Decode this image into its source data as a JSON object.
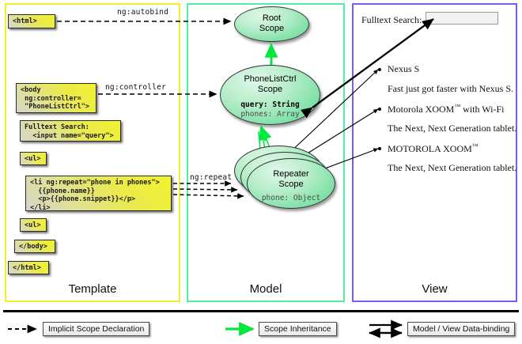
{
  "panels": [
    {
      "key": "template",
      "label": "Template",
      "border_color": "#f2ef2a"
    },
    {
      "key": "model",
      "label": "Model",
      "border_color": "#4ff0a6"
    },
    {
      "key": "view",
      "label": "View",
      "border_color": "#7a5cf0"
    }
  ],
  "template": {
    "boxes": [
      {
        "name": "html-open-box",
        "text": "<html>"
      },
      {
        "name": "body-controller-box",
        "text": "<body\n ng:controller=\n \"PhoneListCtrl\">"
      },
      {
        "name": "fulltext-search-box",
        "text": "Fulltext Search:\n  <input name=\"query\">"
      },
      {
        "name": "ul-open-box",
        "text": "<ul>"
      },
      {
        "name": "li-repeat-box",
        "text": "<li ng:repeat=\"phone in phones\">\n  {{phone.name}}\n  <p>{{phone.snippet}}</p>\n</li>"
      },
      {
        "name": "ul-close-box",
        "text": "<ul>"
      },
      {
        "name": "body-close-box",
        "text": "</body>"
      },
      {
        "name": "html-close-box",
        "text": "</html>"
      }
    ]
  },
  "edge_labels": [
    {
      "name": "ng-autobind-label",
      "text": "ng:autobind"
    },
    {
      "name": "ng-controller-label",
      "text": "ng:controller"
    },
    {
      "name": "ng-repeat-label",
      "text": "ng:repeat"
    }
  ],
  "model": {
    "scopes": [
      {
        "name": "root-scope",
        "title_line1": "Root",
        "title_line2": "Scope",
        "members": []
      },
      {
        "name": "phonelistctrl-scope",
        "title_line1": "PhoneListCtrl",
        "title_line2": "Scope",
        "members": [
          {
            "text": "query: String",
            "emphasis": "bold"
          },
          {
            "text": "phones: Array",
            "emphasis": "normal"
          }
        ]
      },
      {
        "name": "repeater-scope",
        "title_line1": "Repeater",
        "title_line2": "Scope",
        "members": [
          {
            "text": "phone: Object",
            "emphasis": "normal"
          }
        ]
      }
    ]
  },
  "view": {
    "search_label": "Fulltext Search:",
    "search_value": "",
    "items": [
      {
        "title": "Nexus S",
        "title_tm": false,
        "snippet": "Fast just got faster with Nexus S."
      },
      {
        "title": "Motorola XOOM",
        "title_tm": true,
        "title_suffix": "  with Wi-Fi",
        "snippet": "The Next, Next Generation tablet."
      },
      {
        "title": "MOTOROLA XOOM",
        "title_tm": true,
        "title_suffix": "",
        "snippet": "The Next, Next Generation tablet."
      }
    ]
  },
  "legend": [
    {
      "name": "legend-implicit-scope",
      "label": "Implicit Scope Declaration",
      "arrow": "dashed-black",
      "color": "#000000"
    },
    {
      "name": "legend-scope-inheritance",
      "label": "Scope Inheritance",
      "arrow": "solid-green",
      "color": "#00e040"
    },
    {
      "name": "legend-data-binding",
      "label": "Model / View Data-binding",
      "arrow": "double-black",
      "color": "#000000"
    }
  ],
  "colors": {
    "template_border": "#f2ef2a",
    "model_border": "#4ff0a6",
    "view_border": "#7a5cf0",
    "inheritance_green": "#00e040",
    "box_yellow": "#f2f22e",
    "scope_green": "#7fe0a6"
  }
}
